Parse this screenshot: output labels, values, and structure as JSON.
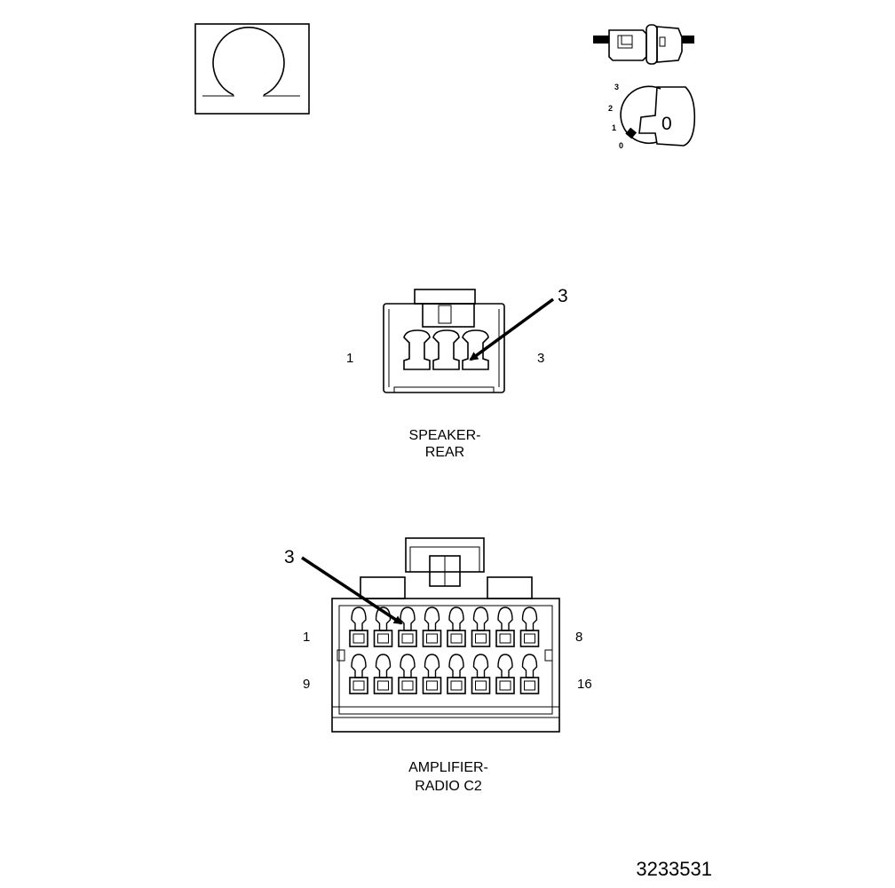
{
  "icons": {
    "ohmmeter": "ohm-symbol-icon",
    "connector_disconnect": "connector-disconnect-icon",
    "ignition_key": "ignition-key-icon"
  },
  "ignition_key": {
    "positions": [
      "3",
      "2",
      "1",
      "0"
    ],
    "key_label": "0"
  },
  "speaker_rear": {
    "caption_line1": "SPEAKER-",
    "caption_line2": "REAR",
    "left_pin": "1",
    "right_pin": "3",
    "callout": "3"
  },
  "amplifier_radio": {
    "caption_line1": "AMPLIFIER-",
    "caption_line2": "RADIO C2",
    "row1_left": "1",
    "row1_right": "8",
    "row2_left": "9",
    "row2_right": "16",
    "callout": "3"
  },
  "figure_id": "3233531"
}
